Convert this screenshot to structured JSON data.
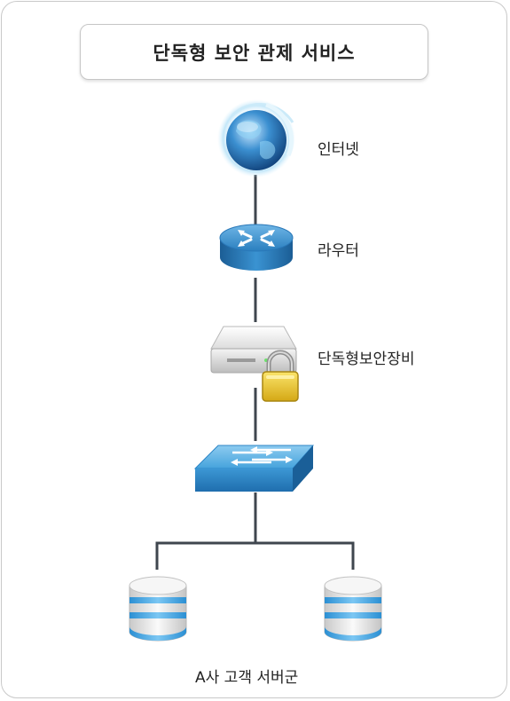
{
  "title": "단독형 보안 관제 서비스",
  "nodes": [
    {
      "id": "internet",
      "label": "인터넷",
      "icon": "globe-icon"
    },
    {
      "id": "router",
      "label": "라우터",
      "icon": "router-icon"
    },
    {
      "id": "security",
      "label": "단독형보안장비",
      "icon": "security-appliance-icon"
    },
    {
      "id": "switch",
      "label": "",
      "icon": "switch-icon"
    },
    {
      "id": "servers",
      "label": "A사 고객 서버군",
      "icon": "database-server-icon"
    }
  ],
  "colors": {
    "line": "#3f464e",
    "blue": "#2a84c6",
    "lock": "#e7c52a",
    "border": "#c9c9c9"
  }
}
